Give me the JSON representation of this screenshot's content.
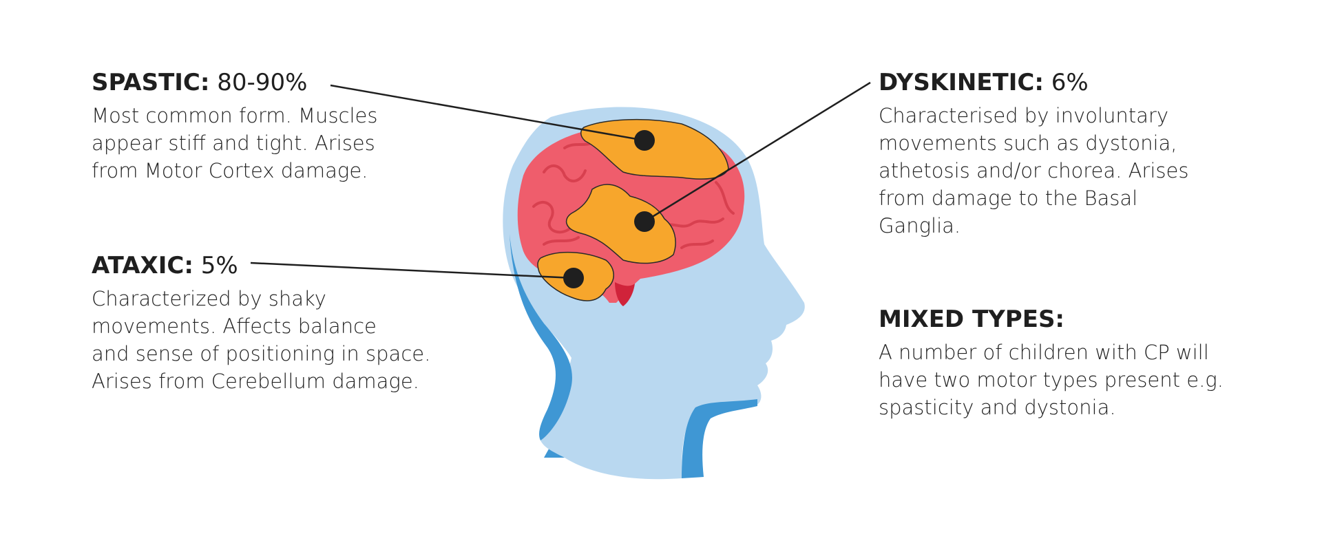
{
  "callouts": {
    "spastic": {
      "type": "SPASTIC:",
      "pct": "80-90%",
      "lines": [
        "Most common form. Muscles",
        "appear stiff and tight. Arises",
        "from Motor Cortex damage."
      ]
    },
    "ataxic": {
      "type": "ATAXIC:",
      "pct": "5%",
      "lines": [
        "Characterized by shaky",
        "movements. Affects balance",
        "and sense of positioning in space.",
        "Arises from Cerebellum damage."
      ]
    },
    "dyskinetic": {
      "type": "DYSKINETIC:",
      "pct": "6%",
      "lines": [
        "Characterised by involuntary",
        "movements such as dystonia,",
        "athetosis and/or chorea. Arises",
        "from damage to the Basal",
        "Ganglia."
      ]
    },
    "mixed": {
      "type": "MIXED TYPES:",
      "pct": "",
      "lines": [
        "A number of children with CP will",
        "have two motor types present e.g.",
        "spasticity and dystonia."
      ]
    }
  },
  "colors": {
    "head_light": "#b9d8f0",
    "head_dark": "#3f97d4",
    "brain": "#ef5d6c",
    "brain_fold": "#d8404f",
    "region": "#f7a62c",
    "marker": "#1f1f1f"
  }
}
